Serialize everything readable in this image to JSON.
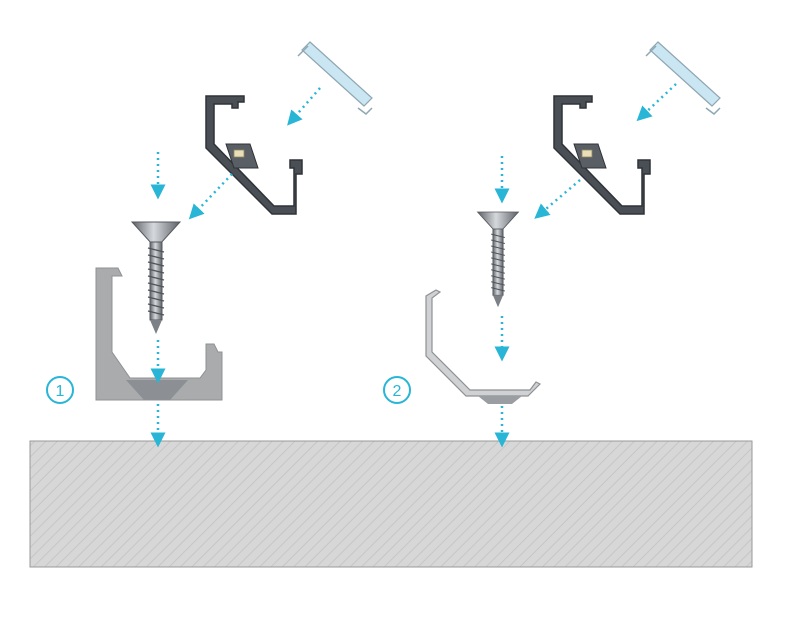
{
  "colors": {
    "arrow": "#29b6d6",
    "profile_dark": "#4a4f55",
    "profile_dark_edge": "#2f3338",
    "clip_grey": "#a9abad",
    "clip_outline": "#8e9194",
    "diffuser": "#c9e6f2",
    "diffuser_edge": "#8fa6b3",
    "screw": "#9aa0a6",
    "surface_fill": "#d7d7d7",
    "surface_hatch": "#c9c9c9",
    "surface_edge": "#9a9a9a",
    "step_badge": "#29b6d6"
  },
  "steps": [
    {
      "number": "1",
      "name": "variant-1",
      "mount": "mounting-clip"
    },
    {
      "number": "2",
      "name": "variant-2",
      "mount": "spring-bracket"
    }
  ]
}
